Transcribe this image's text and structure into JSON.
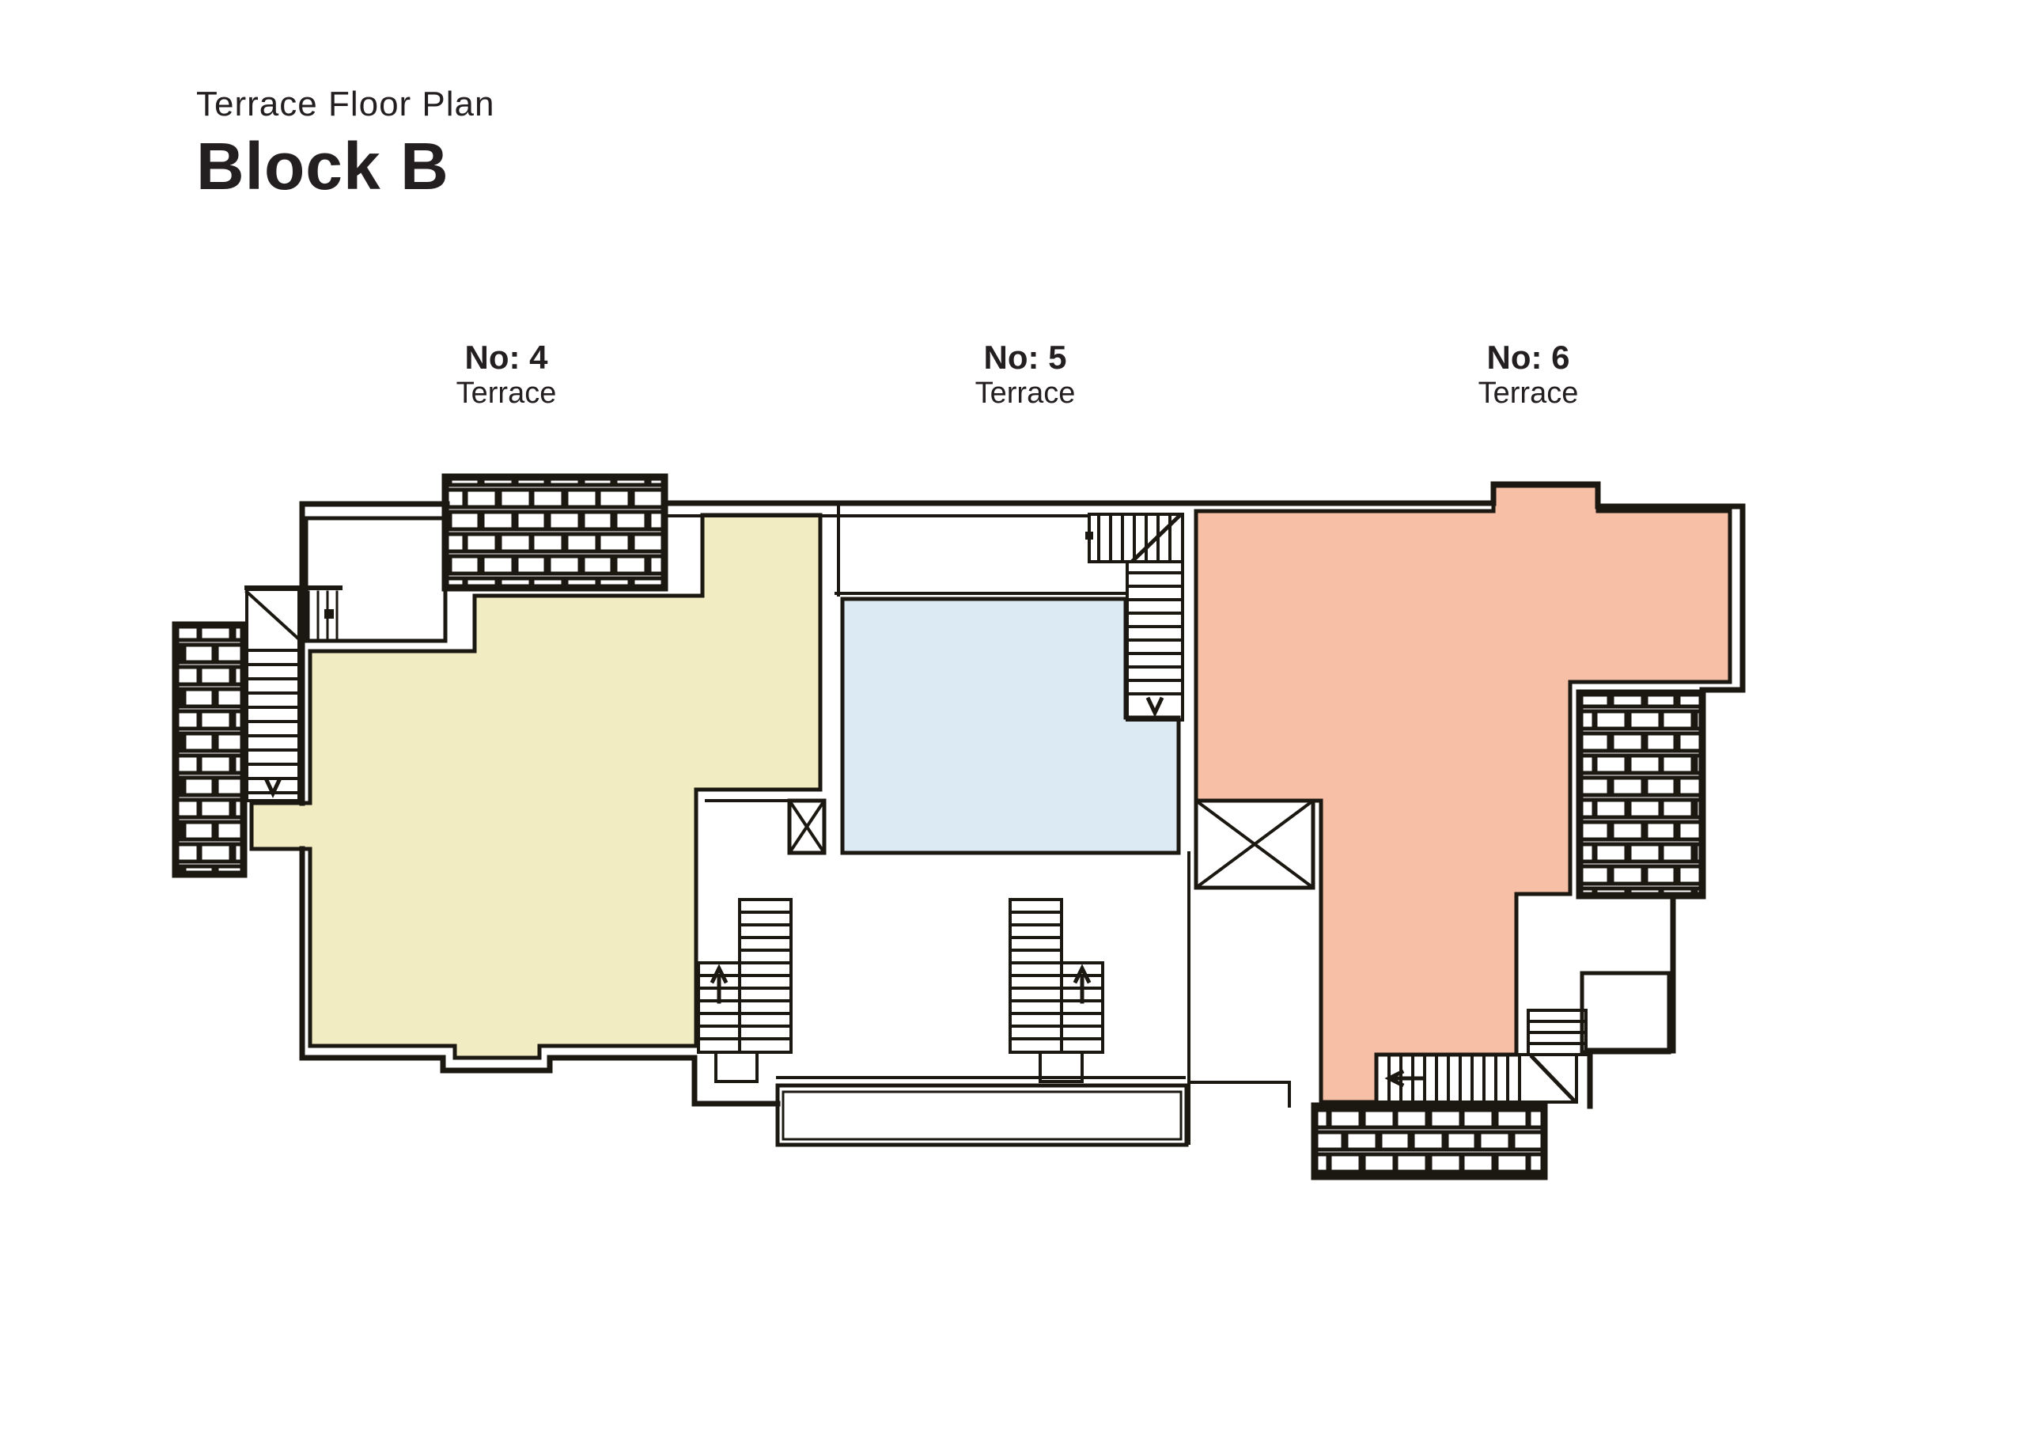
{
  "header": {
    "subtitle": "Terrace Floor Plan",
    "title": "Block B"
  },
  "units": [
    {
      "id": "4",
      "no_label": "No: 4",
      "type_label": "Terrace",
      "fill": "#F2ECC2"
    },
    {
      "id": "5",
      "no_label": "No: 5",
      "type_label": "Terrace",
      "fill": "#DCEAF4"
    },
    {
      "id": "6",
      "no_label": "No: 6",
      "type_label": "Terrace",
      "fill": "#F6BFA6"
    }
  ],
  "plan": {
    "wall_color": "#1b1711",
    "background": "#ffffff"
  }
}
